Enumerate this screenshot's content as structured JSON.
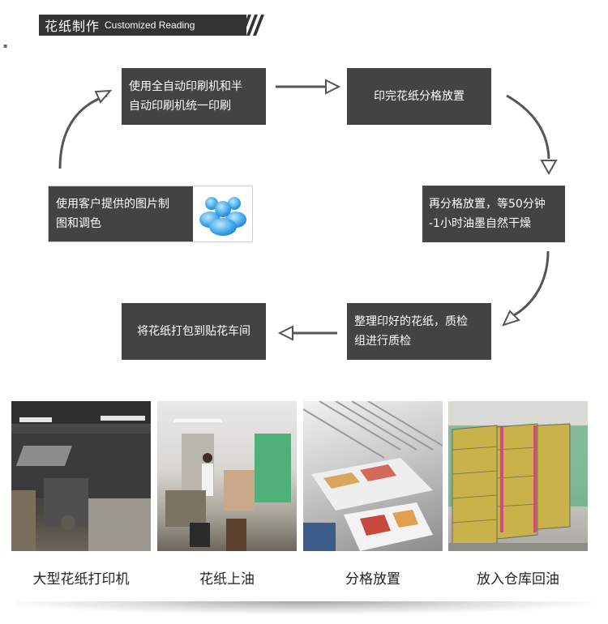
{
  "header": {
    "title_zh": "花纸制作",
    "title_en": "Customized Reading"
  },
  "steps": [
    {
      "text": "使用客户提供的图片制图和调色",
      "line1": "使用客户提供的图片制",
      "line2": "图和调色"
    },
    {
      "line1": "使用全自动印刷机和半",
      "line2": "自动印刷机统一印刷"
    },
    {
      "line1": "印完花纸分格放置"
    },
    {
      "line1": "再分格放置，等50分钟",
      "line2": "-1小时油墨自然干燥"
    },
    {
      "line1": "整理印好的花纸，质检",
      "line2": "组进行质检"
    },
    {
      "line1": "将花纸打包到贴花车间"
    }
  ],
  "photos": [
    {
      "caption": "大型花纸打印机",
      "icon": "printing-machine-photo"
    },
    {
      "caption": "花纸上油",
      "icon": "oiling-photo"
    },
    {
      "caption": "分格放置",
      "icon": "drying-rack-photo"
    },
    {
      "caption": "放入仓库回油",
      "icon": "warehouse-racks-photo"
    }
  ],
  "colors": {
    "box": "#434343",
    "arrow": "#555555",
    "text": "#ffffff",
    "header": "#333333",
    "icon": "#3aa5e8"
  }
}
